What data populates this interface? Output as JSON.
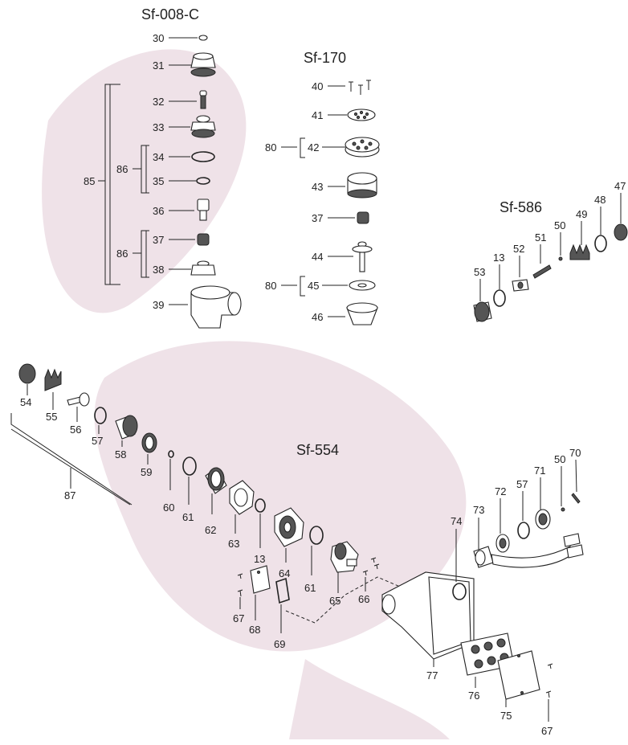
{
  "titles": {
    "sf008c": "Sf-008-C",
    "sf170": "Sf-170",
    "sf586": "Sf-586",
    "sf554": "Sf-554"
  },
  "labels": {
    "p30": "30",
    "p31": "31",
    "p32": "32",
    "p33": "33",
    "p34": "34",
    "p35": "35",
    "p36": "36",
    "p37a": "37",
    "p38": "38",
    "p39": "39",
    "p85": "85",
    "p86a": "86",
    "p86b": "86",
    "p40": "40",
    "p41": "41",
    "p42": "42",
    "p43": "43",
    "p37b": "37",
    "p44": "44",
    "p45": "45",
    "p46": "46",
    "p80a": "80",
    "p80b": "80",
    "p47": "47",
    "p48": "48",
    "p49": "49",
    "p50a": "50",
    "p51": "51",
    "p52": "52",
    "p13a": "13",
    "p53": "53",
    "p54": "54",
    "p55": "55",
    "p56": "56",
    "p57a": "57",
    "p58": "58",
    "p87": "87",
    "p59": "59",
    "p60": "60",
    "p61a": "61",
    "p62": "62",
    "p63": "63",
    "p13b": "13",
    "p64": "64",
    "p61b": "61",
    "p65": "65",
    "p66": "66",
    "p67a": "67",
    "p68": "68",
    "p69": "69",
    "p70": "70",
    "p50b": "50",
    "p57b": "57",
    "p71": "71",
    "p72": "72",
    "p73": "73",
    "p74": "74",
    "p77": "77",
    "p76": "76",
    "p75": "75",
    "p67b": "67"
  },
  "colors": {
    "watermark": "#b77d95",
    "line": "#222222",
    "background": "#ffffff"
  }
}
